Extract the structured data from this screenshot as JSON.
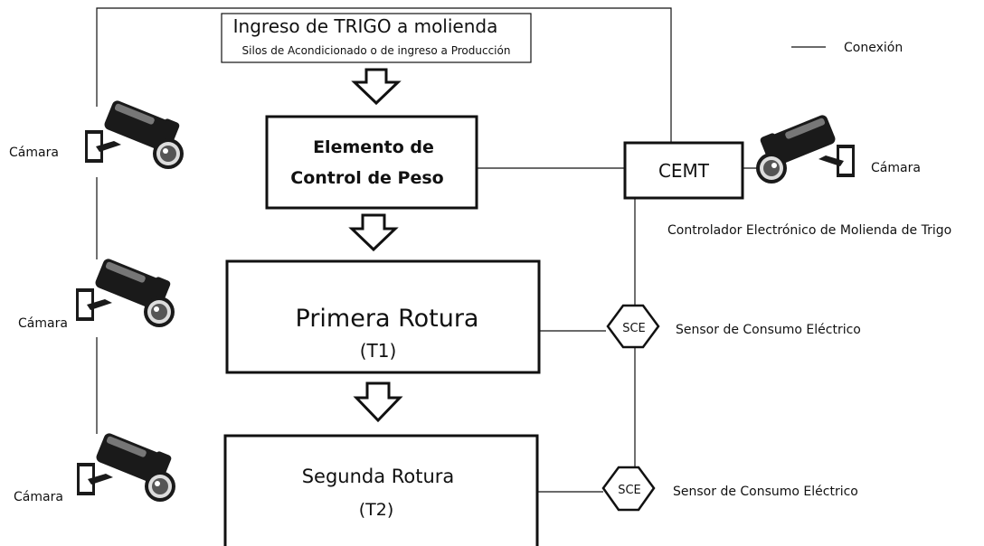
{
  "header": {
    "title": "Ingreso de TRIGO a molienda",
    "subtitle": "Silos de Acondicionado o de ingreso a Producción"
  },
  "legend": {
    "label": "Conexión"
  },
  "blocks": {
    "weight_control": {
      "line1": "Elemento de",
      "line2": "Control de Peso"
    },
    "first_break": {
      "title": "Primera Rotura",
      "code": "(T1)"
    },
    "second_break": {
      "title": "Segunda Rotura",
      "code": "(T2)"
    }
  },
  "controller": {
    "abbr": "CEMT",
    "full_name": "Controlador Electrónico de Molienda de Trigo"
  },
  "sensors": [
    {
      "abbr": "SCE",
      "label": "Sensor de Consumo Eléctrico"
    },
    {
      "abbr": "SCE",
      "label": "Sensor de Consumo Eléctrico"
    }
  ],
  "cameras": [
    {
      "label": "Cámara"
    },
    {
      "label": "Cámara"
    },
    {
      "label": "Cámara"
    },
    {
      "label": "Cámara"
    }
  ],
  "colors": {
    "line": "#111111",
    "camera_body": "#1a1a1a",
    "background": "#ffffff"
  }
}
